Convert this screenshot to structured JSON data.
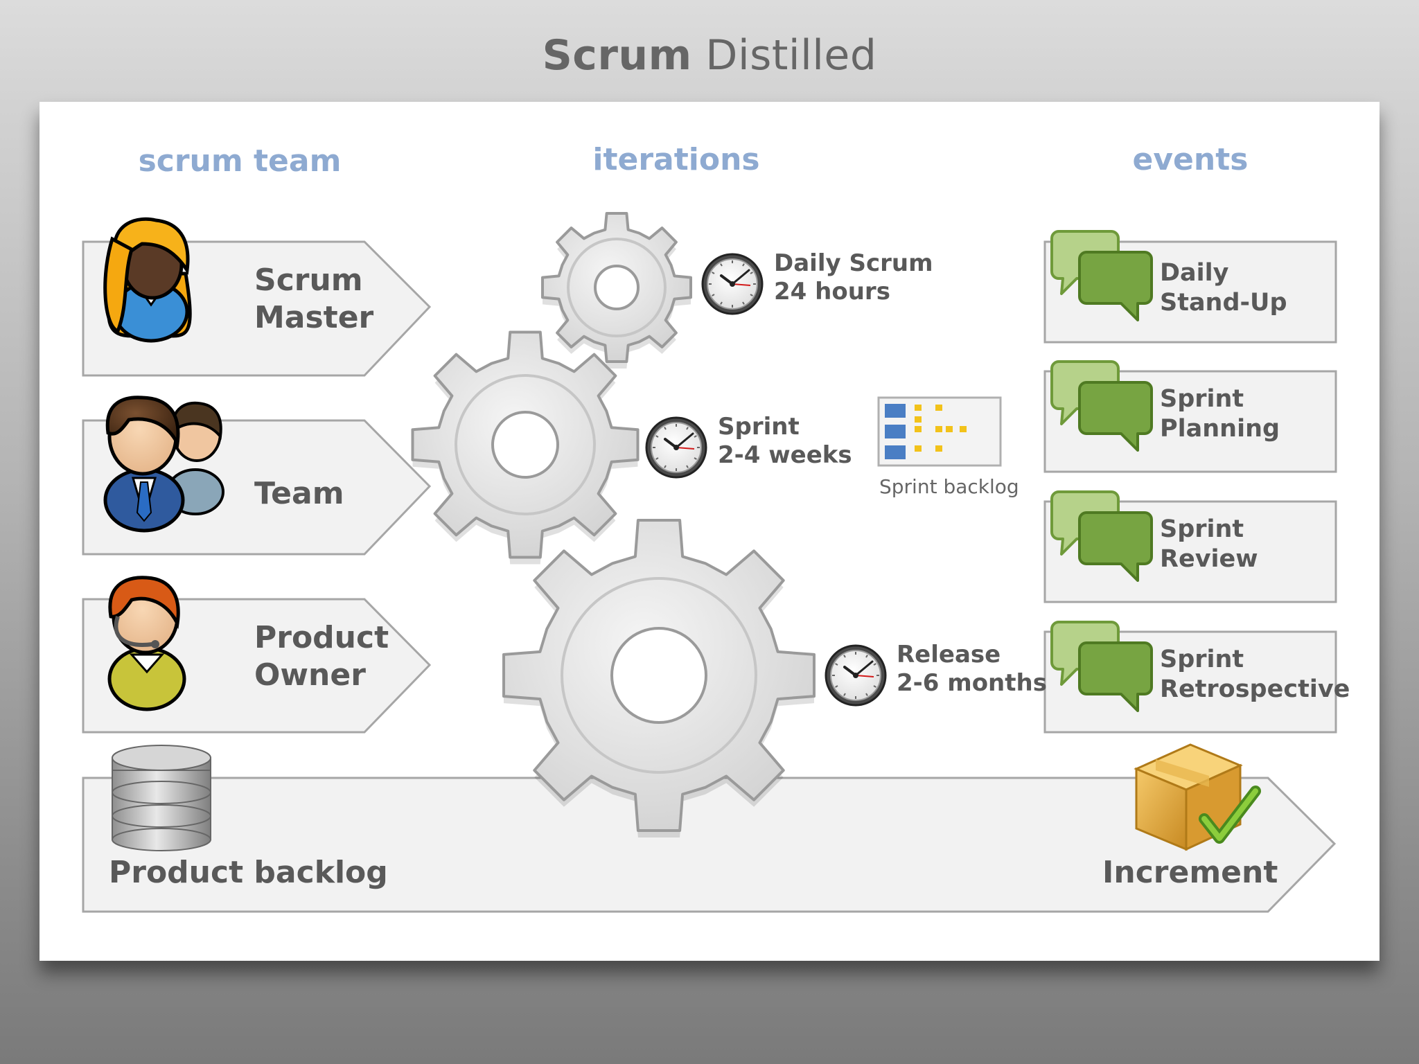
{
  "title": {
    "bold": "Scrum",
    "normal": "Distilled"
  },
  "columns": {
    "scrum_team": "scrum team",
    "iterations": "iterations",
    "events": "events"
  },
  "roles": [
    {
      "line1": "Scrum",
      "line2": "Master"
    },
    {
      "line1": "Team"
    },
    {
      "line1": "Product",
      "line2": "Owner"
    }
  ],
  "clocks": [
    {
      "line1": "Daily Scrum",
      "line2": "24 hours"
    },
    {
      "line1": "Sprint",
      "line2": "2-4 weeks"
    },
    {
      "line1": "Release",
      "line2": "2-6 months"
    }
  ],
  "sprint_backlog": "Sprint backlog",
  "events": [
    {
      "line1": "Daily",
      "line2": "Stand-Up"
    },
    {
      "line1": "Sprint",
      "line2": "Planning"
    },
    {
      "line1": "Sprint",
      "line2": "Review"
    },
    {
      "line1": "Sprint",
      "line2": "Retrospective"
    }
  ],
  "bottom": {
    "left": "Product backlog",
    "right": "Increment"
  },
  "colors": {
    "heading": "#8eaad1",
    "label": "#595959",
    "box_fill": "#f2f2f2",
    "box_stroke": "#a6a6a6",
    "bubble_green": "#77a442",
    "gear": "#dedede"
  }
}
